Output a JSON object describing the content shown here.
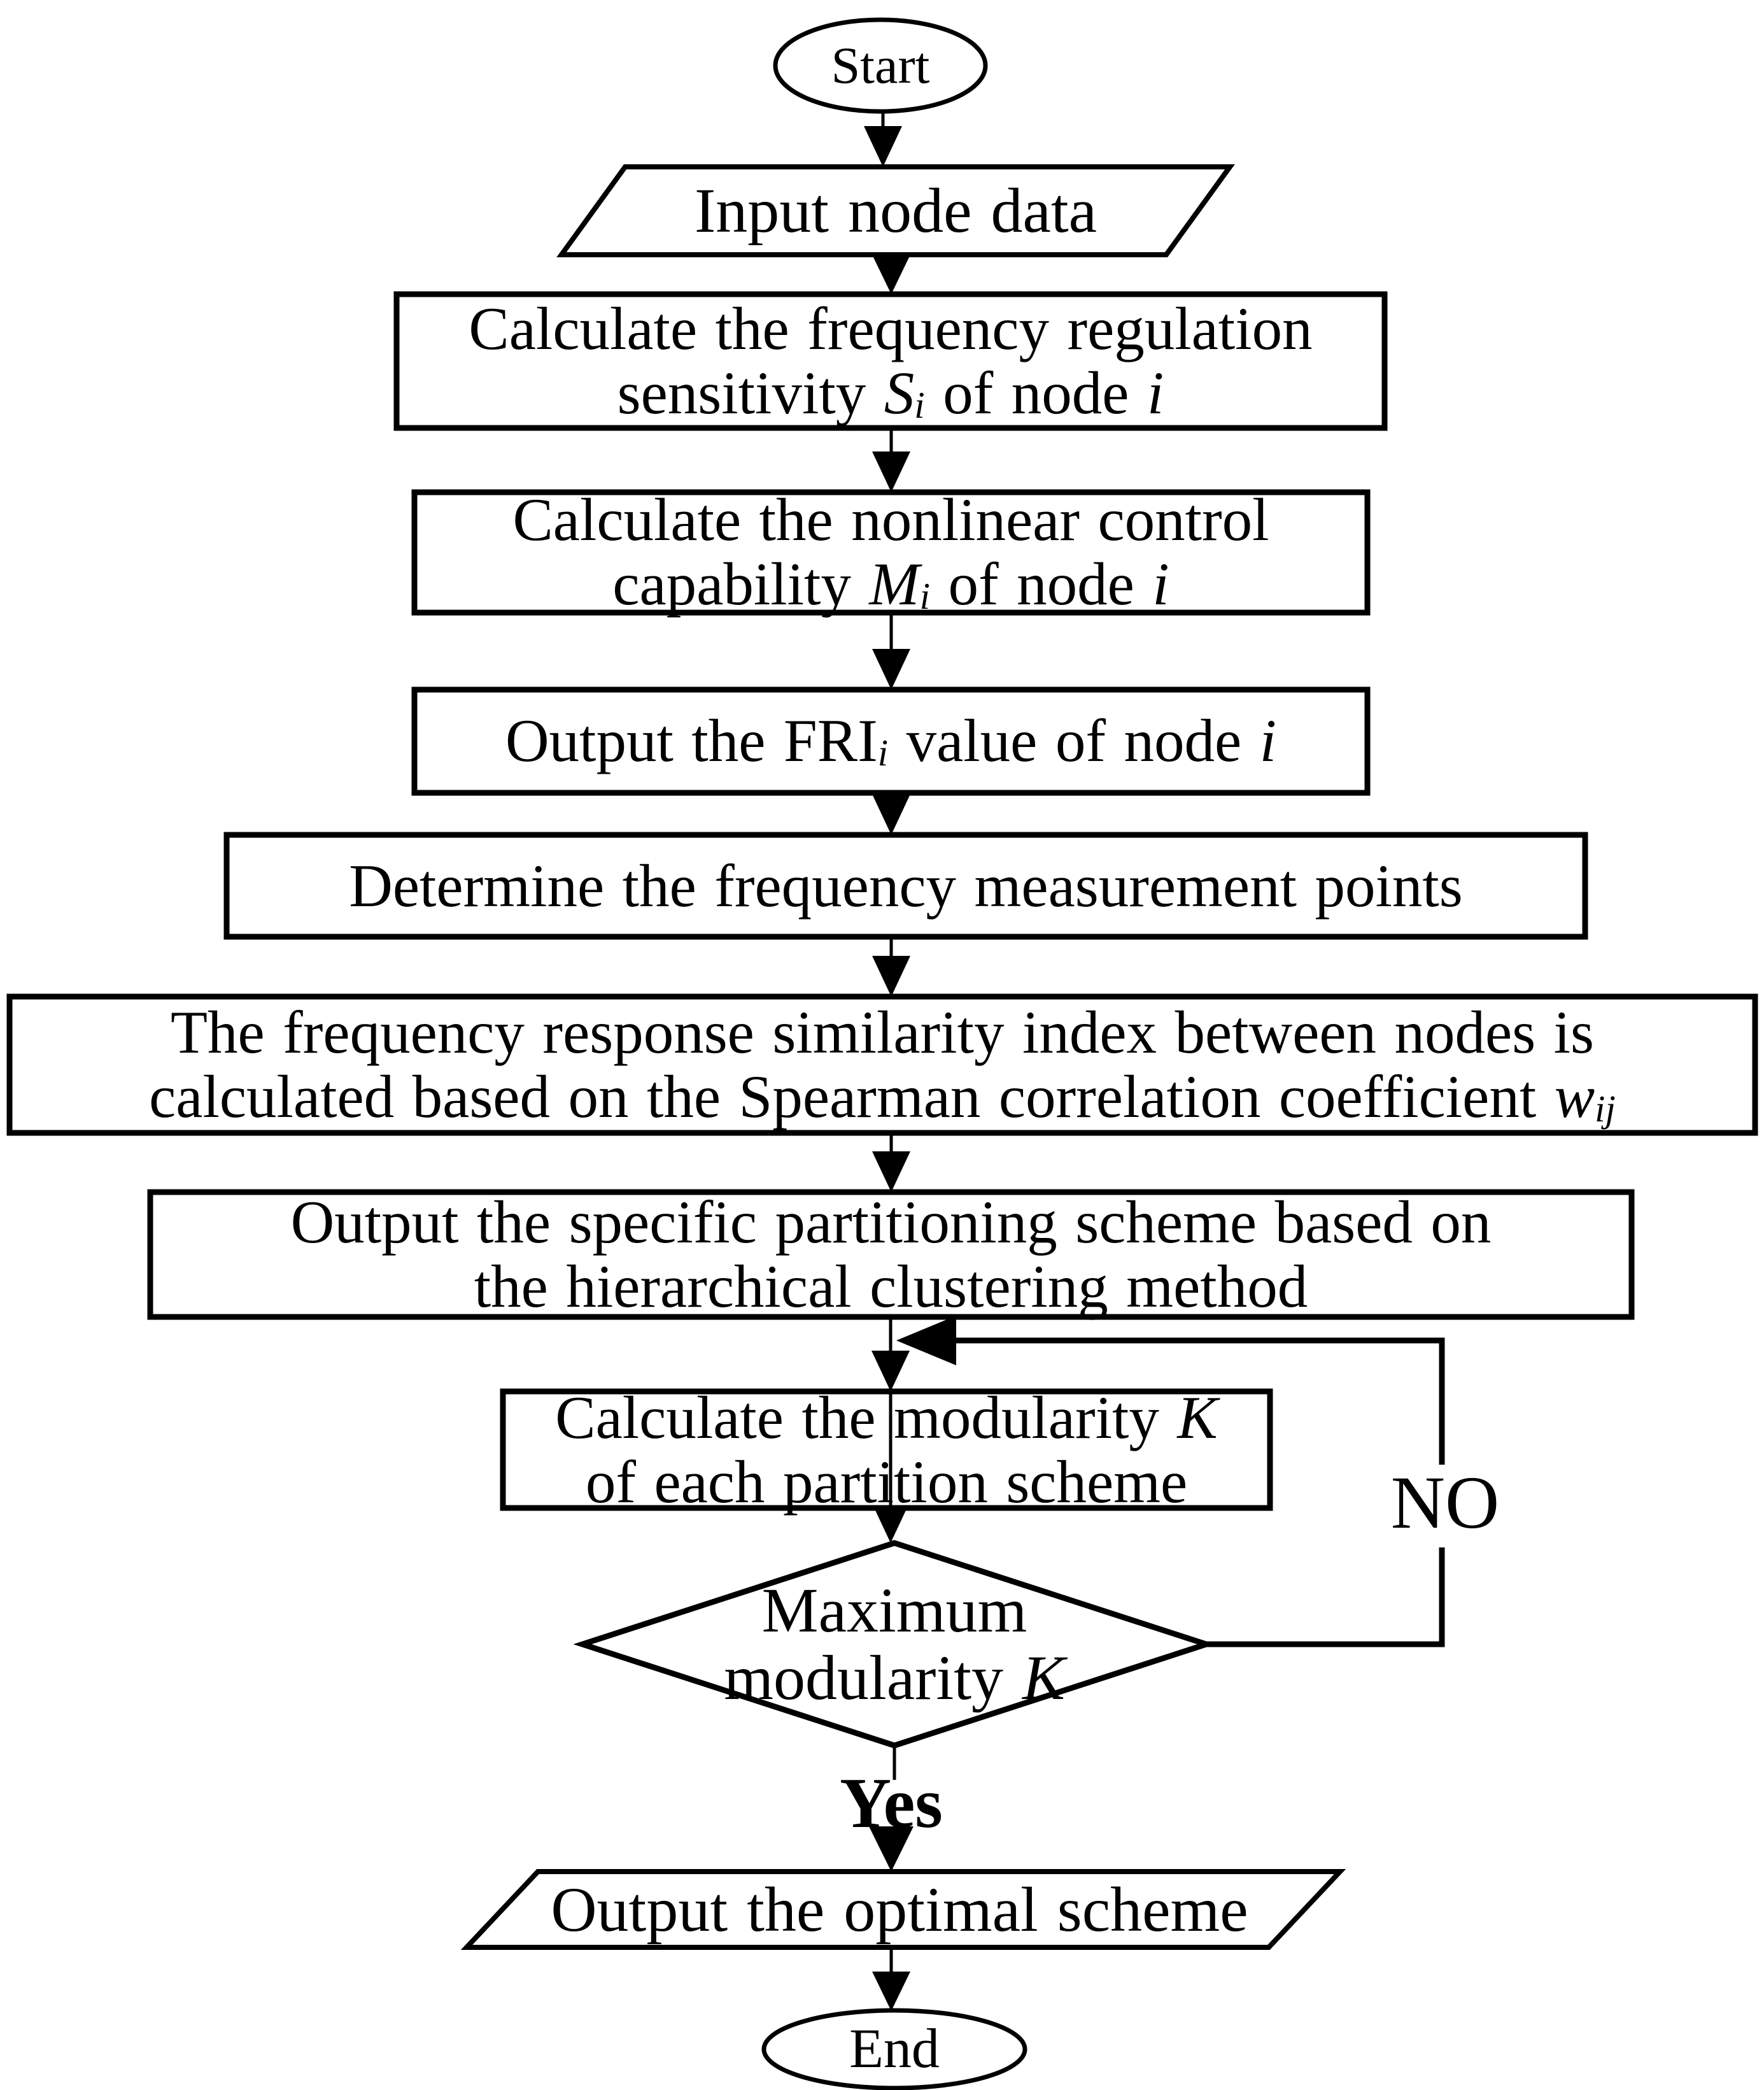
{
  "figure": {
    "background": "#ffffff",
    "stroke_color": "#000000",
    "nodes": {
      "start": {
        "label": "Start"
      },
      "input_node_data": {
        "lines": [
          [
            {
              "t": "Input node data"
            }
          ]
        ]
      },
      "calc_sensitivity": {
        "lines": [
          [
            {
              "t": "Calculate the frequency regulation"
            }
          ],
          [
            {
              "t": "sensitivity "
            },
            {
              "t": "S",
              "s": "i"
            },
            {
              "t": "i",
              "s": "sub"
            },
            {
              "t": " of node "
            },
            {
              "t": "i",
              "s": "i"
            }
          ]
        ]
      },
      "calc_capability": {
        "lines": [
          [
            {
              "t": "Calculate the nonlinear control"
            }
          ],
          [
            {
              "t": "capability "
            },
            {
              "t": "M",
              "s": "i"
            },
            {
              "t": "i",
              "s": "sub"
            },
            {
              "t": " of node "
            },
            {
              "t": "i",
              "s": "i"
            }
          ]
        ]
      },
      "output_fri": {
        "lines": [
          [
            {
              "t": "Output the FRI"
            },
            {
              "t": "i",
              "s": "sub"
            },
            {
              "t": " value of node "
            },
            {
              "t": "i",
              "s": "i"
            }
          ]
        ]
      },
      "determine_points": {
        "lines": [
          [
            {
              "t": "Determine the frequency measurement points"
            }
          ]
        ]
      },
      "similarity_index": {
        "lines": [
          [
            {
              "t": "The frequency response similarity index between nodes is"
            }
          ],
          [
            {
              "t": "calculated based on the Spearman correlation coefficient "
            },
            {
              "t": "w",
              "s": "i"
            },
            {
              "t": "ij",
              "s": "sub"
            }
          ]
        ]
      },
      "output_partitioning": {
        "lines": [
          [
            {
              "t": "Output the specific partitioning scheme based on"
            }
          ],
          [
            {
              "t": "the hierarchical clustering method"
            }
          ]
        ]
      },
      "calc_modularity": {
        "lines": [
          [
            {
              "t": "Calculate the modularity "
            },
            {
              "t": "K",
              "s": "i"
            }
          ],
          [
            {
              "t": "of each partition scheme"
            }
          ]
        ]
      },
      "max_modularity": {
        "lines": [
          [
            {
              "t": "Maximum"
            }
          ],
          [
            {
              "t": "modularity "
            },
            {
              "t": "K",
              "s": "i"
            }
          ]
        ]
      },
      "output_optimal": {
        "lines": [
          [
            {
              "t": "Output the optimal scheme"
            }
          ]
        ]
      },
      "end": {
        "label": "End"
      }
    },
    "edge_labels": {
      "no": "NO",
      "yes": "Yes"
    }
  }
}
